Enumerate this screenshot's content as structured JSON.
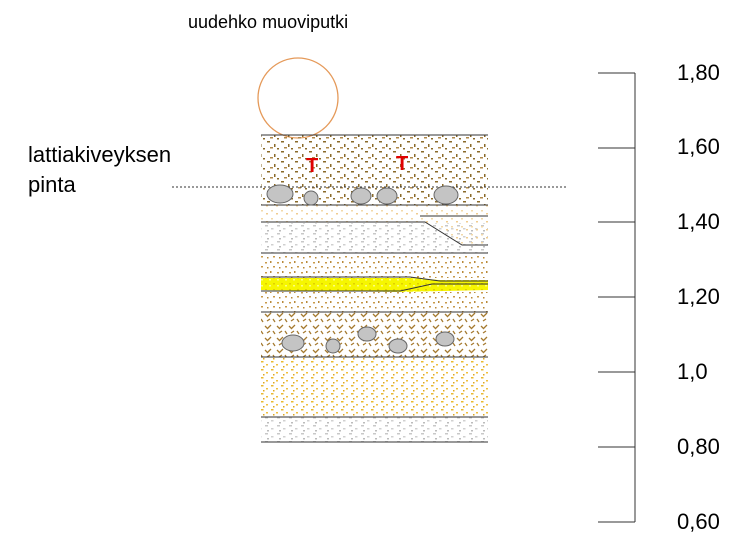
{
  "labels": {
    "pipe": "uudehko muoviputki",
    "floor_line1": "lattiakiveyksen",
    "floor_line2": "pinta",
    "tile_marks": [
      "T",
      "T"
    ]
  },
  "scale": {
    "ticks": [
      "1,80",
      "1,60",
      "1,40",
      "1,20",
      "1,0",
      "0,80",
      "0,60"
    ]
  },
  "colors": {
    "brown_fleck": "#8a6a2a",
    "soil_fleck": "#b88a3a",
    "sand_fleck": "#e8b830",
    "gravel_fleck": "#c8c8c8",
    "yellow_band": "#f2f200",
    "stone_fill": "#c4c4c4",
    "pipe_stroke": "#e59a5a",
    "tile_mark": "#e00000"
  }
}
